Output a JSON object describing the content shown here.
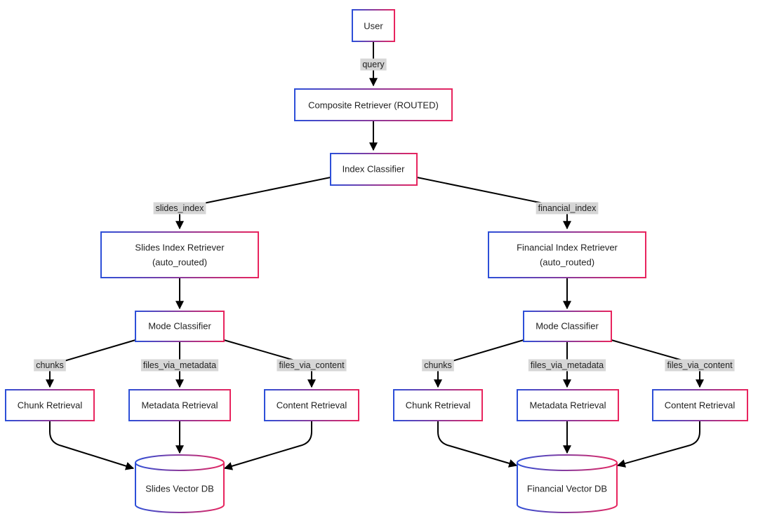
{
  "nodes": {
    "user": "User",
    "composite": "Composite Retriever (ROUTED)",
    "index_classifier": "Index Classifier",
    "slides_retriever": [
      "Slides Index Retriever",
      "(auto_routed)"
    ],
    "financial_retriever": [
      "Financial Index Retriever",
      "(auto_routed)"
    ],
    "slides_mode": "Mode Classifier",
    "financial_mode": "Mode Classifier",
    "slides_chunk": "Chunk Retrieval",
    "slides_metadata": "Metadata Retrieval",
    "slides_content": "Content Retrieval",
    "financial_chunk": "Chunk Retrieval",
    "financial_metadata": "Metadata Retrieval",
    "financial_content": "Content Retrieval",
    "slides_db": "Slides Vector DB",
    "financial_db": "Financial Vector DB"
  },
  "edge_labels": {
    "query": "query",
    "slides_index": "slides_index",
    "financial_index": "financial_index",
    "slides_chunks": "chunks",
    "slides_files_via_metadata": "files_via_metadata",
    "slides_files_via_content": "files_via_content",
    "financial_chunks": "chunks",
    "financial_files_via_metadata": "files_via_metadata",
    "financial_files_via_content": "files_via_content"
  },
  "colors": {
    "node_gradient_start": "#2d4fd8",
    "node_gradient_end": "#e8245e",
    "edge": "#000000",
    "edge_label_background": "#d6d6d6",
    "text": "#222222"
  }
}
